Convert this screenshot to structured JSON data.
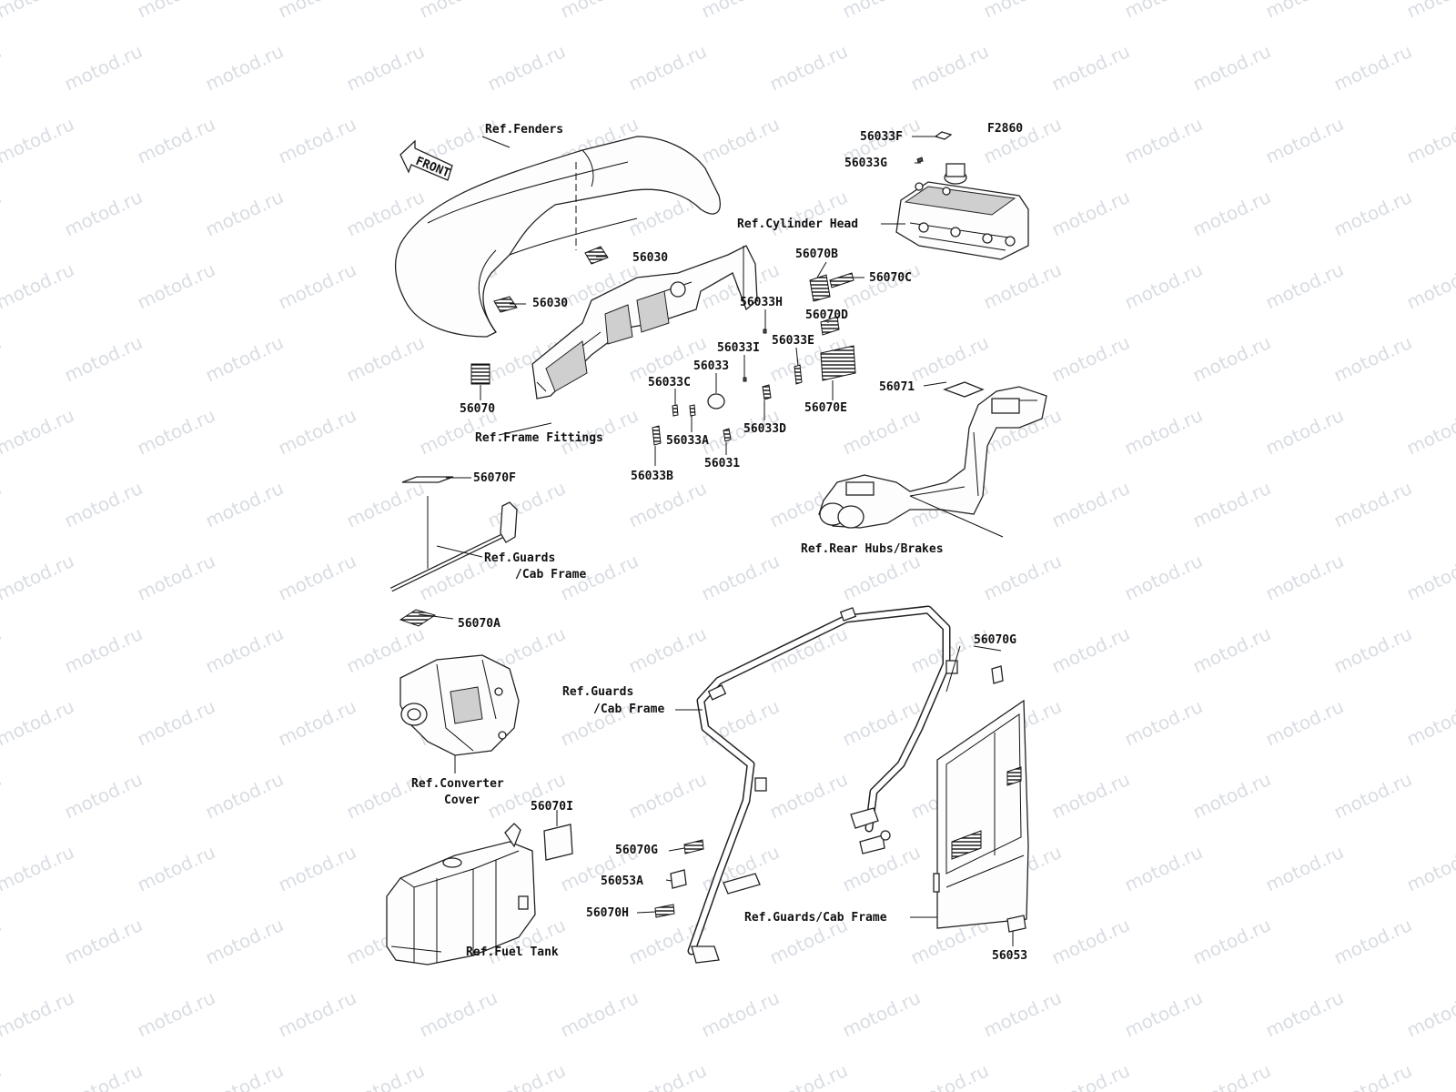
{
  "watermark": "motod.ru",
  "figure_code": "F2860",
  "front_marker": "FRONT",
  "parts": [
    {
      "label": "56033F"
    },
    {
      "label": "56033G"
    },
    {
      "label": "56030"
    },
    {
      "label": "56030"
    },
    {
      "label": "56070B"
    },
    {
      "label": "56070C"
    },
    {
      "label": "56033H"
    },
    {
      "label": "56070D"
    },
    {
      "label": "56033I"
    },
    {
      "label": "56033E"
    },
    {
      "label": "56033"
    },
    {
      "label": "56033C"
    },
    {
      "label": "56070"
    },
    {
      "label": "56070E"
    },
    {
      "label": "56071"
    },
    {
      "label": "56033A"
    },
    {
      "label": "56033D"
    },
    {
      "label": "56031"
    },
    {
      "label": "56033B"
    },
    {
      "label": "56070F"
    },
    {
      "label": "56070A"
    },
    {
      "label": "56070G"
    },
    {
      "label": "56070I"
    },
    {
      "label": "56070G"
    },
    {
      "label": "56053A"
    },
    {
      "label": "56070H"
    },
    {
      "label": "56053"
    }
  ],
  "references": [
    {
      "text": "Ref.Fenders"
    },
    {
      "text": "Ref.Cylinder Head"
    },
    {
      "text": "Ref.Frame Fittings"
    },
    {
      "text": "Ref.Rear Hubs/Brakes"
    },
    {
      "text": "Ref.Guards"
    },
    {
      "text": "/Cab Frame"
    },
    {
      "text": "Ref.Converter"
    },
    {
      "text": "Cover"
    },
    {
      "text": "Ref.Guards"
    },
    {
      "text": "/Cab Frame"
    },
    {
      "text": "Ref.Guards/Cab Frame"
    },
    {
      "text": "Ref.Fuel Tank"
    }
  ]
}
